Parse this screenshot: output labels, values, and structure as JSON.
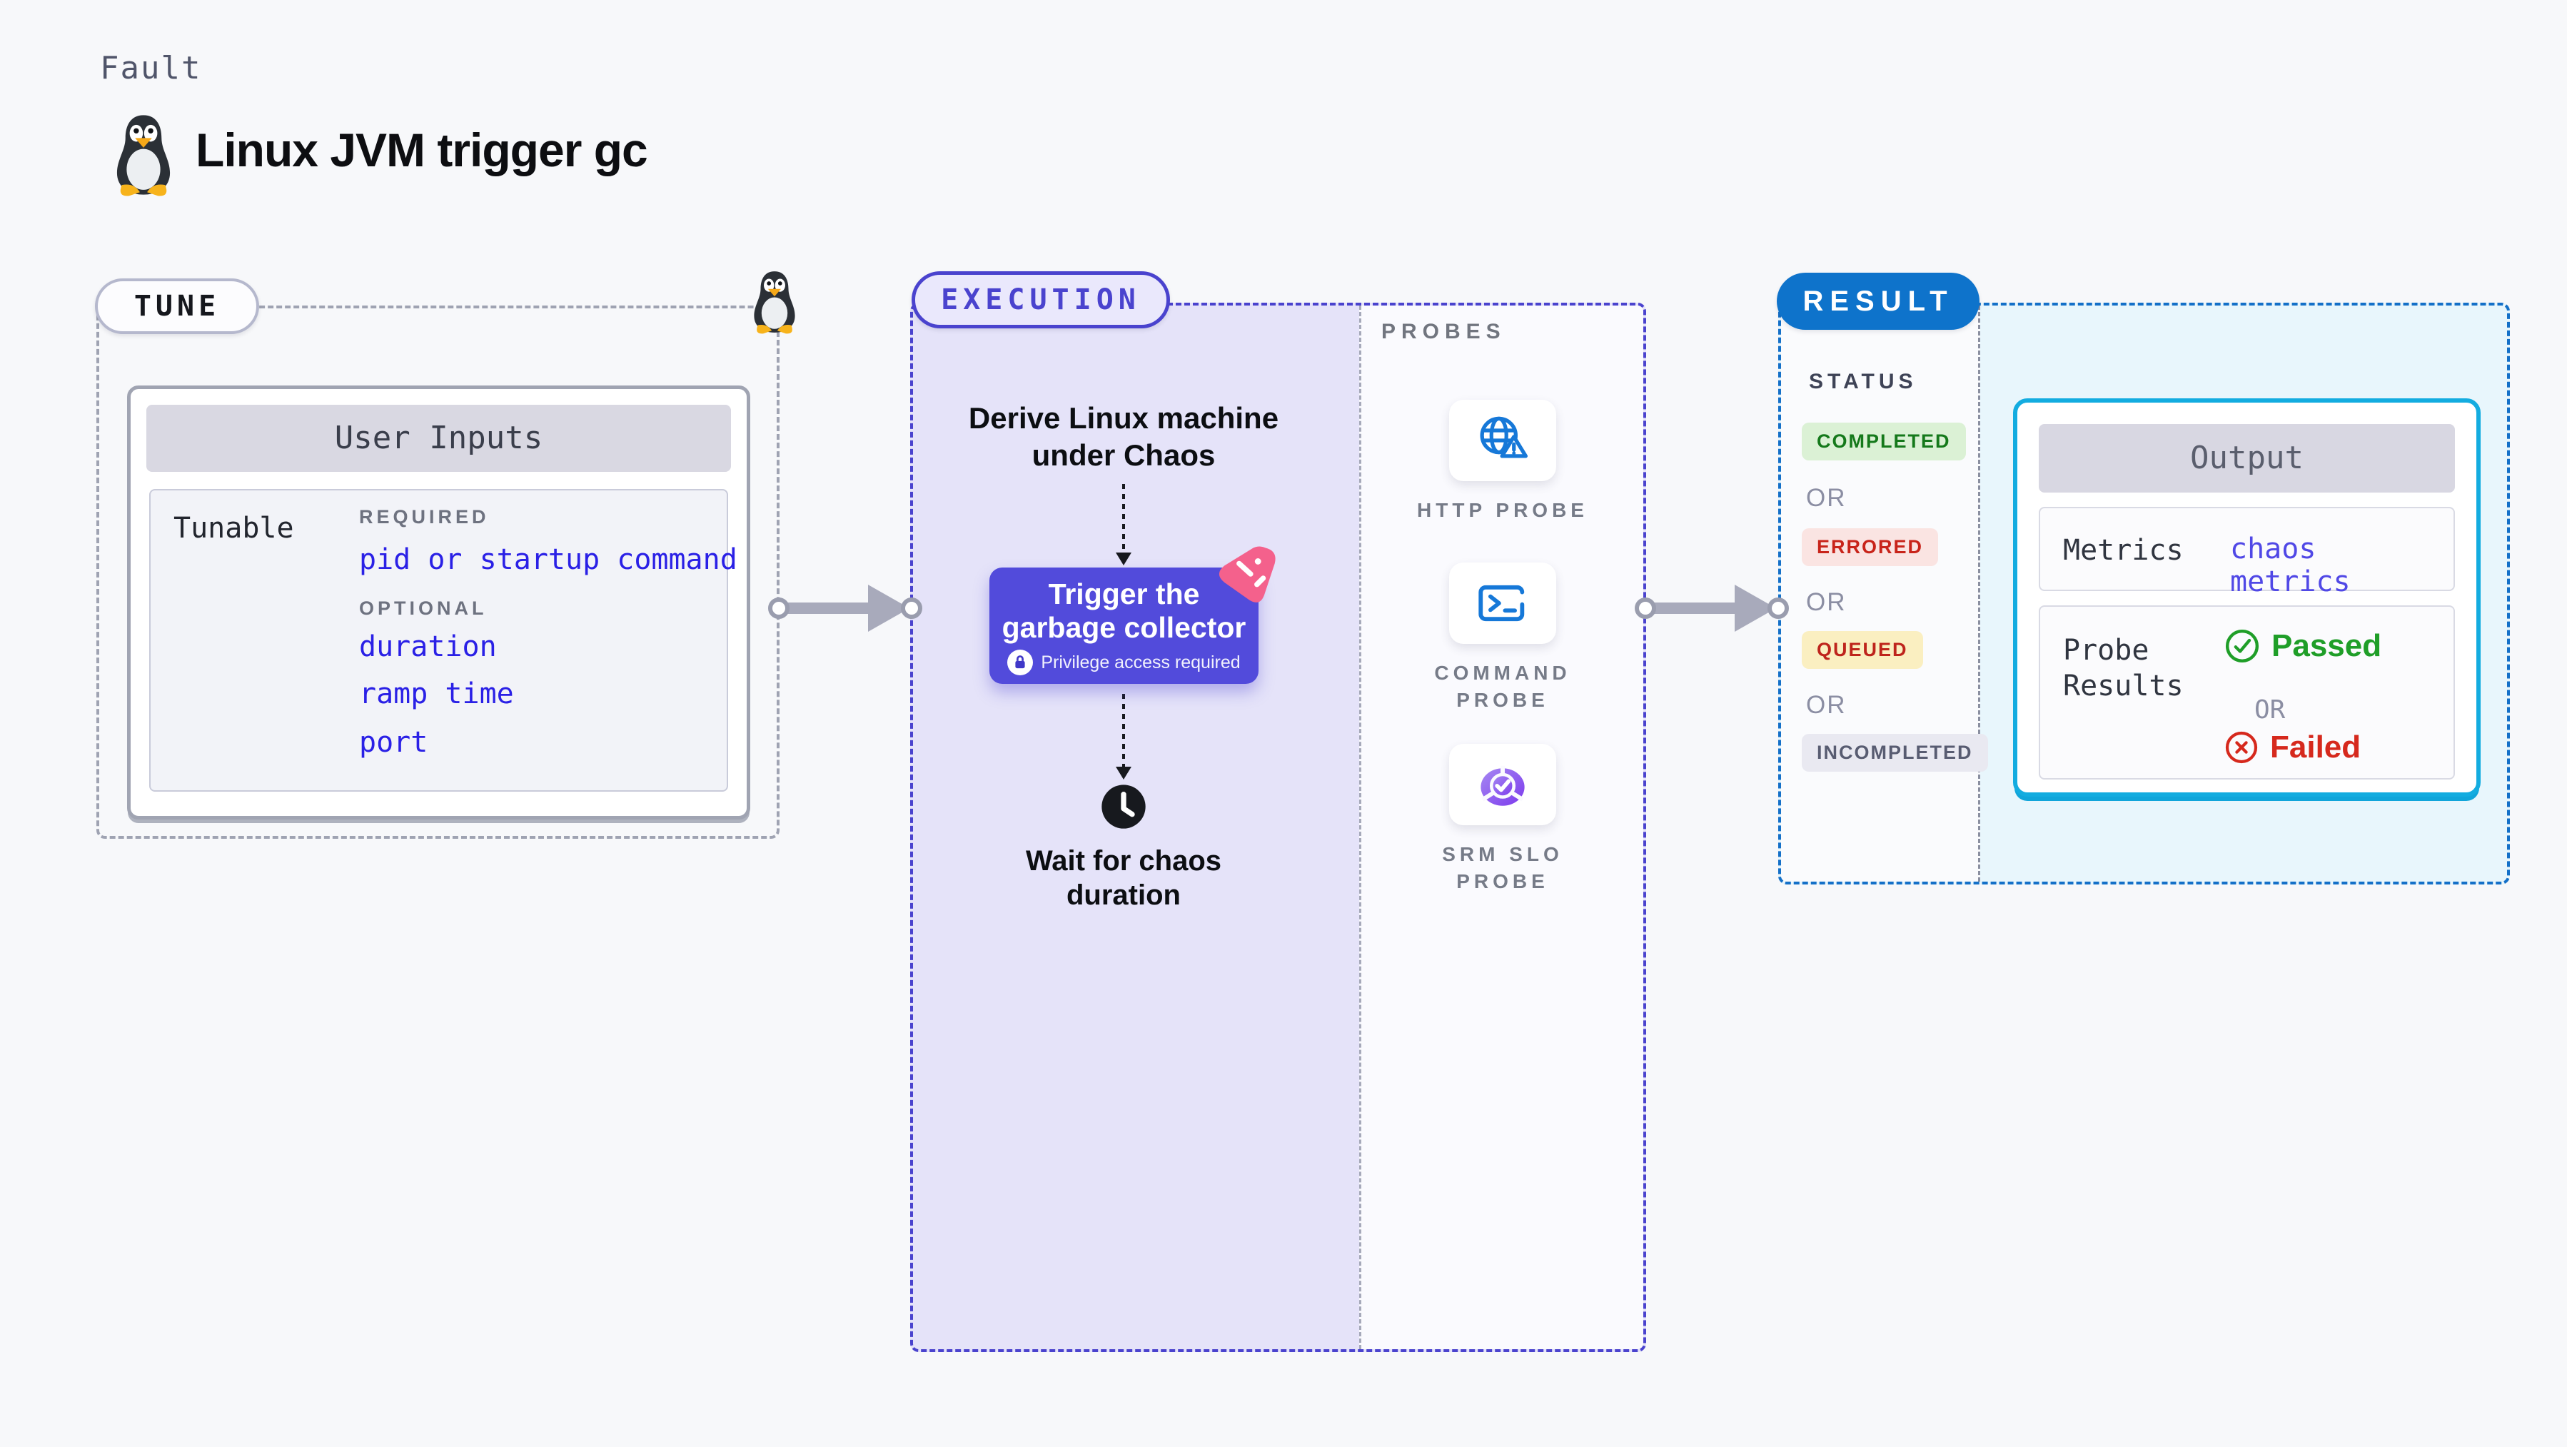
{
  "header": {
    "fault_label": "Fault",
    "title": "Linux JVM trigger gc",
    "icon": "tux-penguin-icon"
  },
  "tune": {
    "label": "TUNE",
    "user_inputs_title": "User Inputs",
    "tunable_label": "Tunable",
    "required_label": "REQUIRED",
    "required_items": [
      "pid or startup command"
    ],
    "optional_label": "OPTIONAL",
    "optional_items": [
      "duration",
      "ramp time",
      "port"
    ]
  },
  "execution": {
    "label": "EXECUTION",
    "derive_line1": "Derive Linux machine",
    "derive_line2": "under Chaos",
    "action_line1": "Trigger the",
    "action_line2": "garbage collector",
    "privilege_label": "Privilege access required",
    "wait_line1": "Wait for chaos",
    "wait_line2": "duration"
  },
  "probes": {
    "label": "PROBES",
    "items": [
      {
        "name": "HTTP PROBE",
        "icon": "globe-alert-icon"
      },
      {
        "name": "COMMAND PROBE",
        "icon": "terminal-icon"
      },
      {
        "name": "SRM SLO PROBE",
        "icon": "slo-pie-check-icon"
      }
    ]
  },
  "result": {
    "label": "RESULT",
    "status_label": "STATUS",
    "or_label": "OR",
    "statuses": [
      {
        "text": "COMPLETED",
        "tone": "green"
      },
      {
        "text": "ERRORED",
        "tone": "red"
      },
      {
        "text": "QUEUED",
        "tone": "yellow"
      },
      {
        "text": "INCOMPLETED",
        "tone": "grey"
      }
    ],
    "output": {
      "title": "Output",
      "metrics_label": "Metrics",
      "metrics_value": "chaos metrics",
      "probe_results_label": "Probe Results",
      "passed_label": "Passed",
      "or_label": "OR",
      "failed_label": "Failed"
    }
  },
  "colors": {
    "page_bg": "#F7F8FA",
    "execution_accent": "#4A43CE",
    "execution_fill": "#E5E3F9",
    "action_button": "#524BDB",
    "result_accent": "#0E73CB",
    "result_fill": "#E8F6FC",
    "output_border": "#13ACE0",
    "probe_icon_blue": "#1678D8",
    "srm_purple": "#7C3AED",
    "passed_green": "#1F9E28",
    "failed_red": "#D6291D",
    "pink_badge": "#F4618C",
    "link_blue": "#2A20E6"
  }
}
